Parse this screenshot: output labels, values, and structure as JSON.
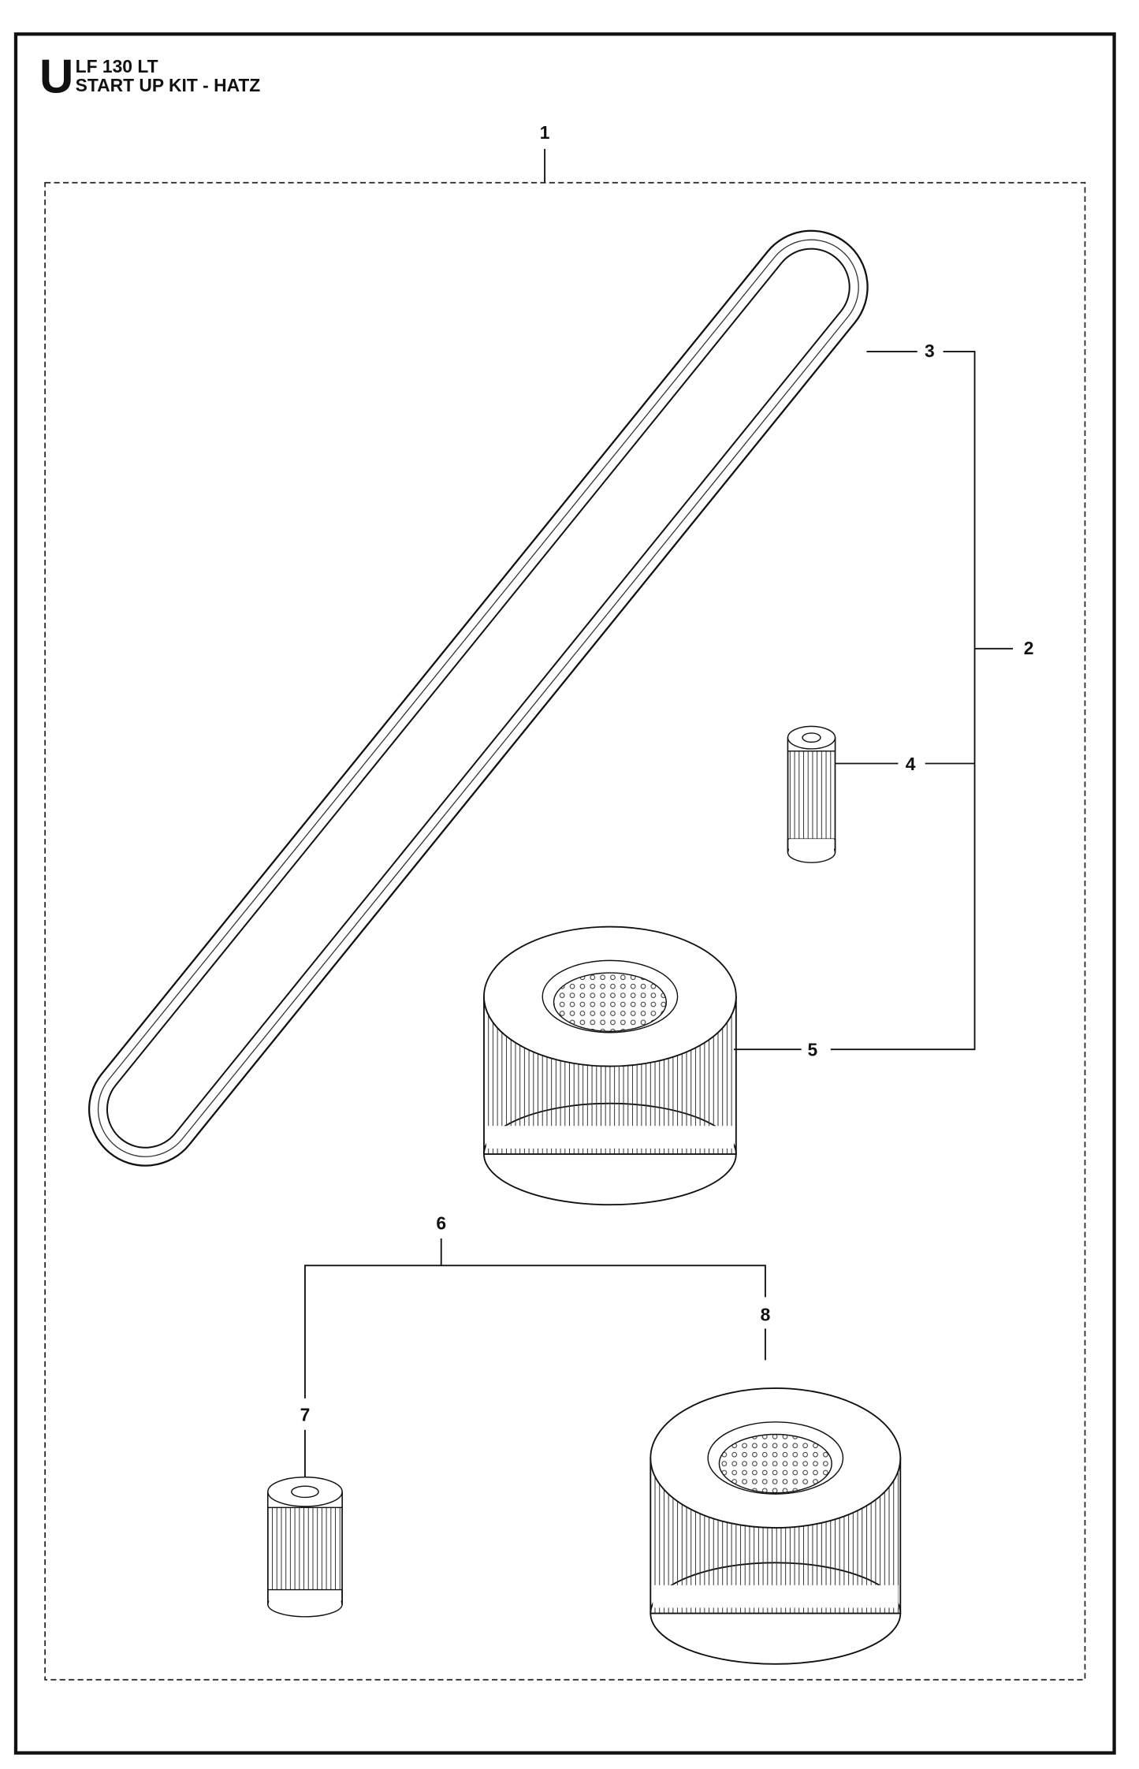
{
  "header": {
    "section_letter": "U",
    "model": "LF 130 LT",
    "title": "START UP KIT - HATZ"
  },
  "callouts": {
    "c1": "1",
    "c2": "2",
    "c3": "3",
    "c4": "4",
    "c5": "5",
    "c6": "6",
    "c7": "7",
    "c8": "8"
  }
}
